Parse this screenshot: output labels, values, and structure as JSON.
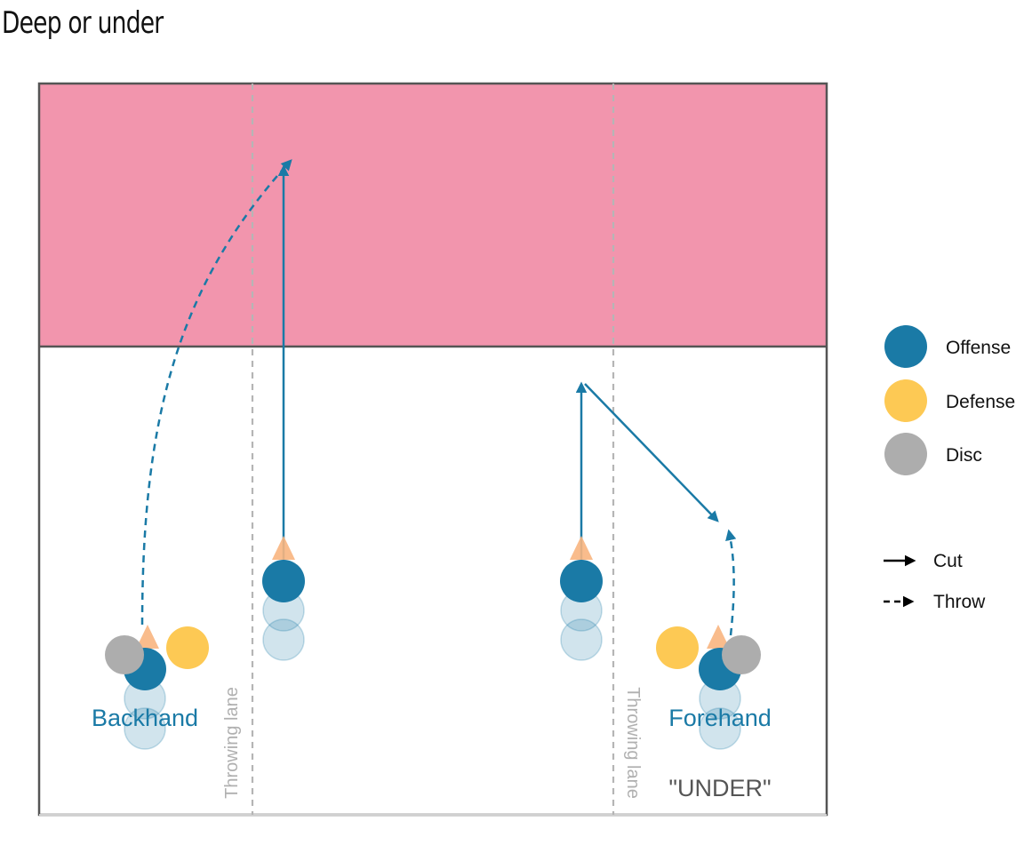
{
  "title": "Deep or under",
  "labels": {
    "throwing_lane_left": "Throwing lane",
    "throwing_lane_right": "Throwing lane",
    "backhand": "Backhand",
    "forehand": "Forehand",
    "under": "\"UNDER\""
  },
  "legend": {
    "offense": "Offense",
    "defense": "Defense",
    "disc": "Disc",
    "cut": "Cut",
    "throw": "Throw"
  },
  "colors": {
    "offense": "#1a7aa6",
    "defense": "#fdc954",
    "disc": "#adadad",
    "endzone": "#f295ad",
    "mark": "#f8b57f",
    "lane": "#b5b5b5",
    "label_gray": "#555555"
  }
}
